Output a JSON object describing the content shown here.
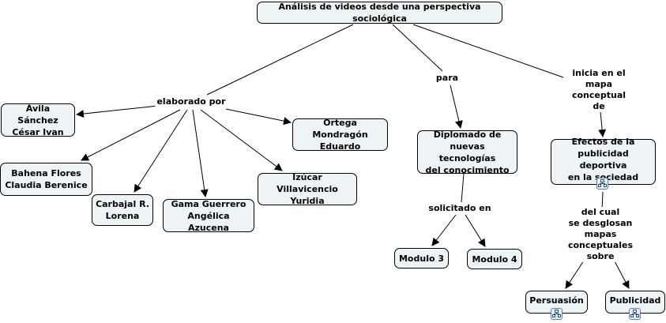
{
  "title": "Análisis de videos desde una perspectiva sociológica",
  "nodes": {
    "root": "Análisis de videos desde una perspectiva sociológica",
    "avila": "Ávila Sánchez\nCésar Ivan",
    "bahena": "Bahena Flores\nClaudia Berenice",
    "carbajal": "Carbajal R.\nLorena",
    "gama": "Gama Guerrero\nAngélica Azucena",
    "ortega": "Ortega Mondragón\nEduardo",
    "izucar": "Izúcar Villavicencio\nYuridia",
    "diplomado": "Diplomado de\nnuevas tecnologías\ndel conocimiento",
    "modulo3": "Modulo 3",
    "modulo4": "Modulo 4",
    "efectos": "Efectos de la\npublicidad deportiva\nen la sociedad",
    "persuasion": "Persuasión",
    "publicidad": "Publicidad"
  },
  "linking_phrases": {
    "elaborado": "elaborado por",
    "para": "para",
    "inicia": "inicia en el\nmapa conceptual de",
    "solicitado": "solicitado en",
    "delcual": "del cual\nse desglosan\nmapas conceptuales\nsobre"
  },
  "icons": {
    "submap": "concept-map-link-icon"
  },
  "colors": {
    "node_fill": "#eef3f6",
    "line": "#000000",
    "icon_border": "#5a7fb0"
  }
}
